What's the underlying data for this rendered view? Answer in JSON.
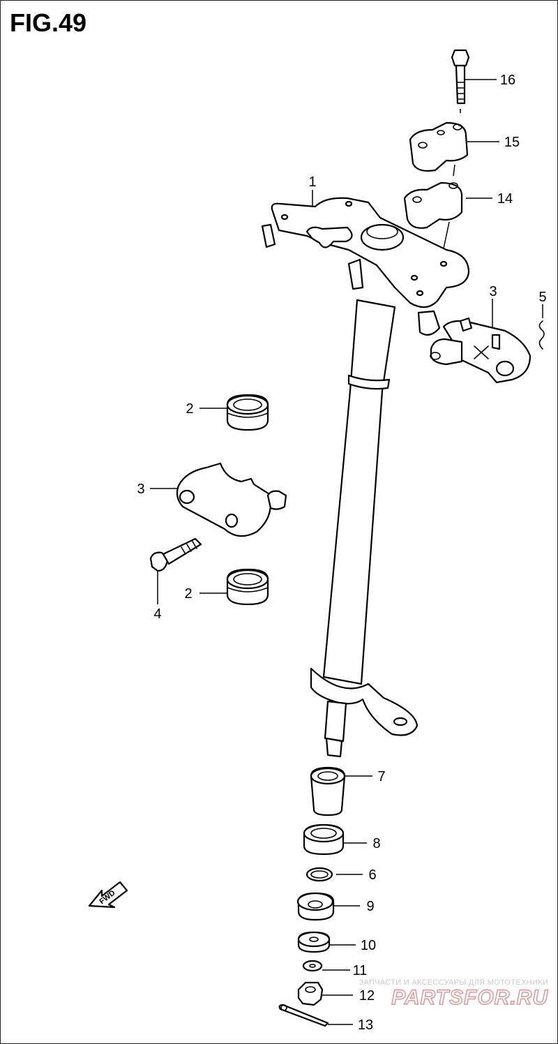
{
  "figure": {
    "title": "FIG.49"
  },
  "callouts": [
    {
      "id": "part-1",
      "label": "1"
    },
    {
      "id": "part-2-upper",
      "label": "2"
    },
    {
      "id": "part-2-lower",
      "label": "2"
    },
    {
      "id": "part-3-right",
      "label": "3"
    },
    {
      "id": "part-3-left",
      "label": "3"
    },
    {
      "id": "part-4",
      "label": "4"
    },
    {
      "id": "part-5",
      "label": "5"
    },
    {
      "id": "part-6",
      "label": "6"
    },
    {
      "id": "part-7",
      "label": "7"
    },
    {
      "id": "part-8",
      "label": "8"
    },
    {
      "id": "part-9",
      "label": "9"
    },
    {
      "id": "part-10",
      "label": "10"
    },
    {
      "id": "part-11",
      "label": "11"
    },
    {
      "id": "part-12",
      "label": "12"
    },
    {
      "id": "part-13",
      "label": "13"
    },
    {
      "id": "part-14",
      "label": "14"
    },
    {
      "id": "part-15",
      "label": "15"
    },
    {
      "id": "part-16",
      "label": "16"
    }
  ],
  "direction_arrow": {
    "label": "FWD",
    "icon": "fwd-arrow-icon"
  },
  "watermark": {
    "tagline": "ЗАПЧАСТИ И АКСЕССУАРЫ ДЛЯ МОТОТЕХНИКИ",
    "logo": "PARTSFOR.RU",
    "color": "#e39090"
  }
}
